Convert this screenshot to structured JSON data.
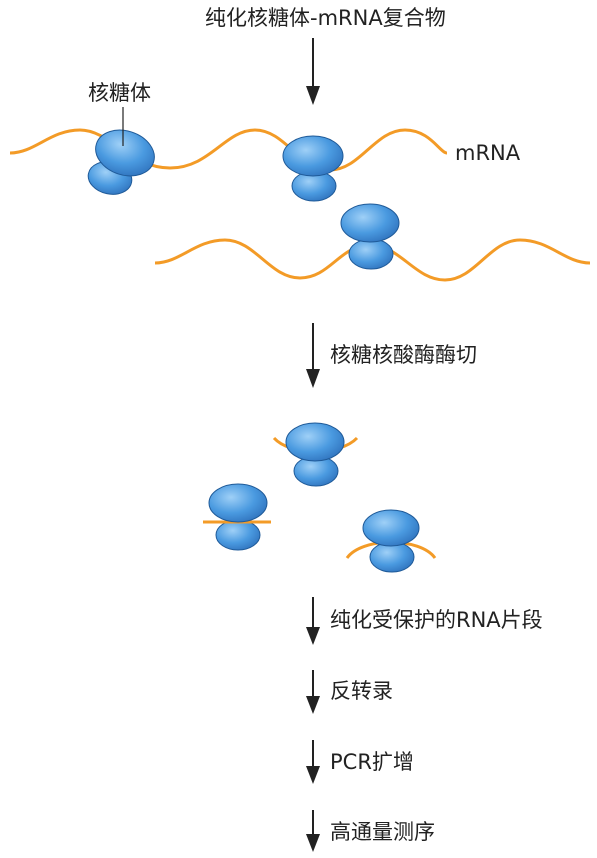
{
  "title": "纯化核糖体-mRNA复合物",
  "labels": {
    "ribosome": "核糖体",
    "mrna": "mRNA"
  },
  "steps": [
    "核糖核酸酶酶切",
    "纯化受保护的RNA片段",
    "反转录",
    "PCR扩增",
    "高通量测序"
  ],
  "colors": {
    "mrna": "#f39b27",
    "ribosome": "#3b8fd8",
    "ribosome_outline": "#1f5a98",
    "arrow": "#222222",
    "text": "#222222"
  }
}
